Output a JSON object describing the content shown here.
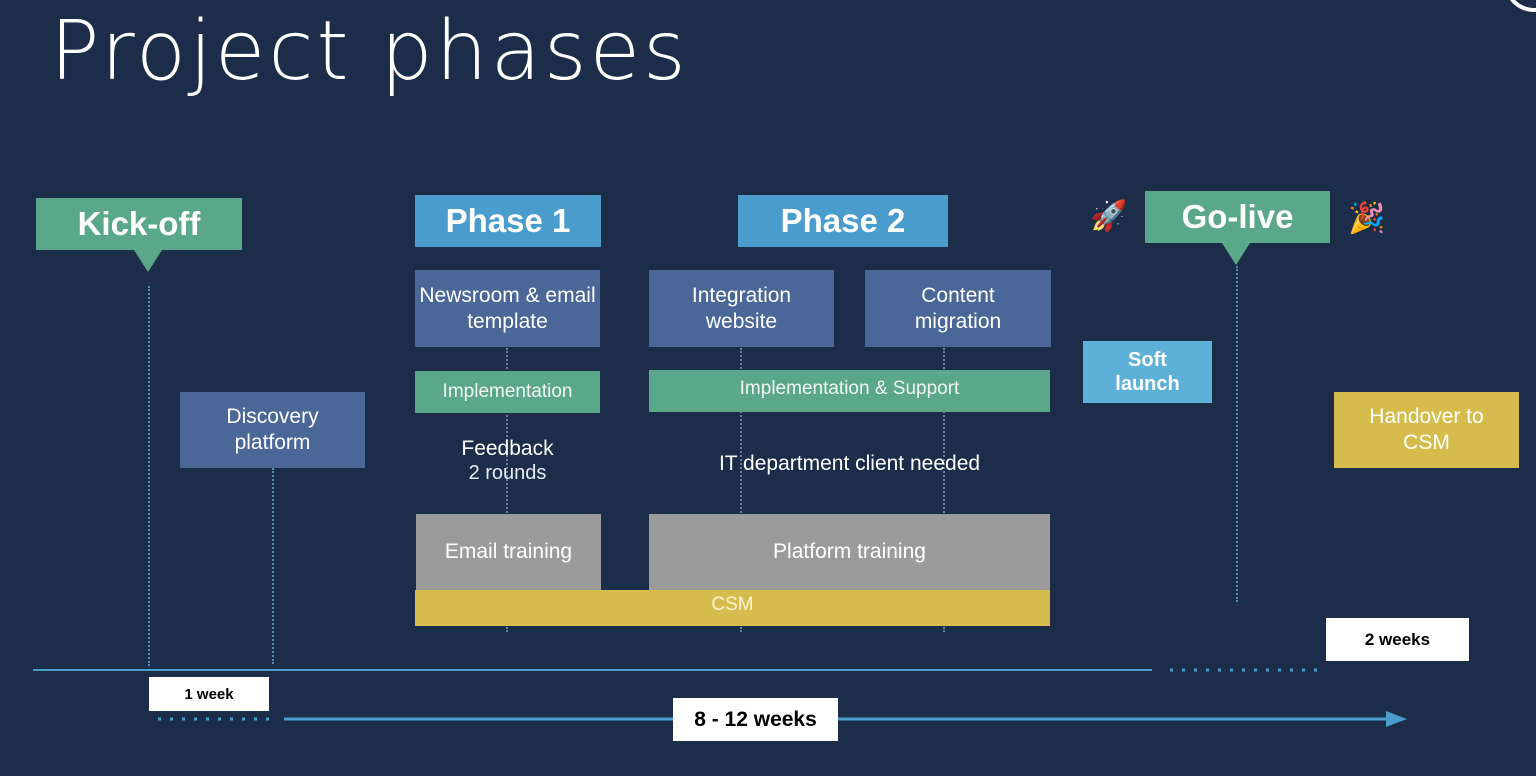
{
  "title": "Project phases",
  "milestones": {
    "kickoff": "Kick-off",
    "phase1": "Phase 1",
    "phase2": "Phase 2",
    "golive": "Go-live"
  },
  "icons": {
    "golive_left": "rocket-icon",
    "golive_right": "party-popper-icon"
  },
  "tasks": {
    "discovery": "Discovery platform",
    "newsroom": "Newsroom & email template",
    "integration": "Integration website",
    "content": "Content migration",
    "soft_launch": "Soft launch",
    "handover": "Handover to CSM"
  },
  "implementation": {
    "phase1": "Implementation",
    "phase2": "Implementation & Support"
  },
  "notes": {
    "feedback": "Feedback",
    "feedback_rounds": "2 rounds",
    "it_department": "IT department client needed"
  },
  "trainings": {
    "email": "Email training",
    "platform": "Platform training"
  },
  "csm_bar": "CSM",
  "durations": {
    "one_week": "1 week",
    "main": "8 - 12 weeks",
    "two_weeks": "2 weeks"
  },
  "colors": {
    "background": "#1c2d4a",
    "milestone_green": "#5aa889",
    "phase_header_blue": "#4a9ccc",
    "task_slate": "#4a6798",
    "training_gray": "#9b9b9b",
    "csm_gold": "#d6bc4c",
    "soft_launch_blue": "#5db0d8",
    "timeline_blue": "#4a9ccc"
  }
}
